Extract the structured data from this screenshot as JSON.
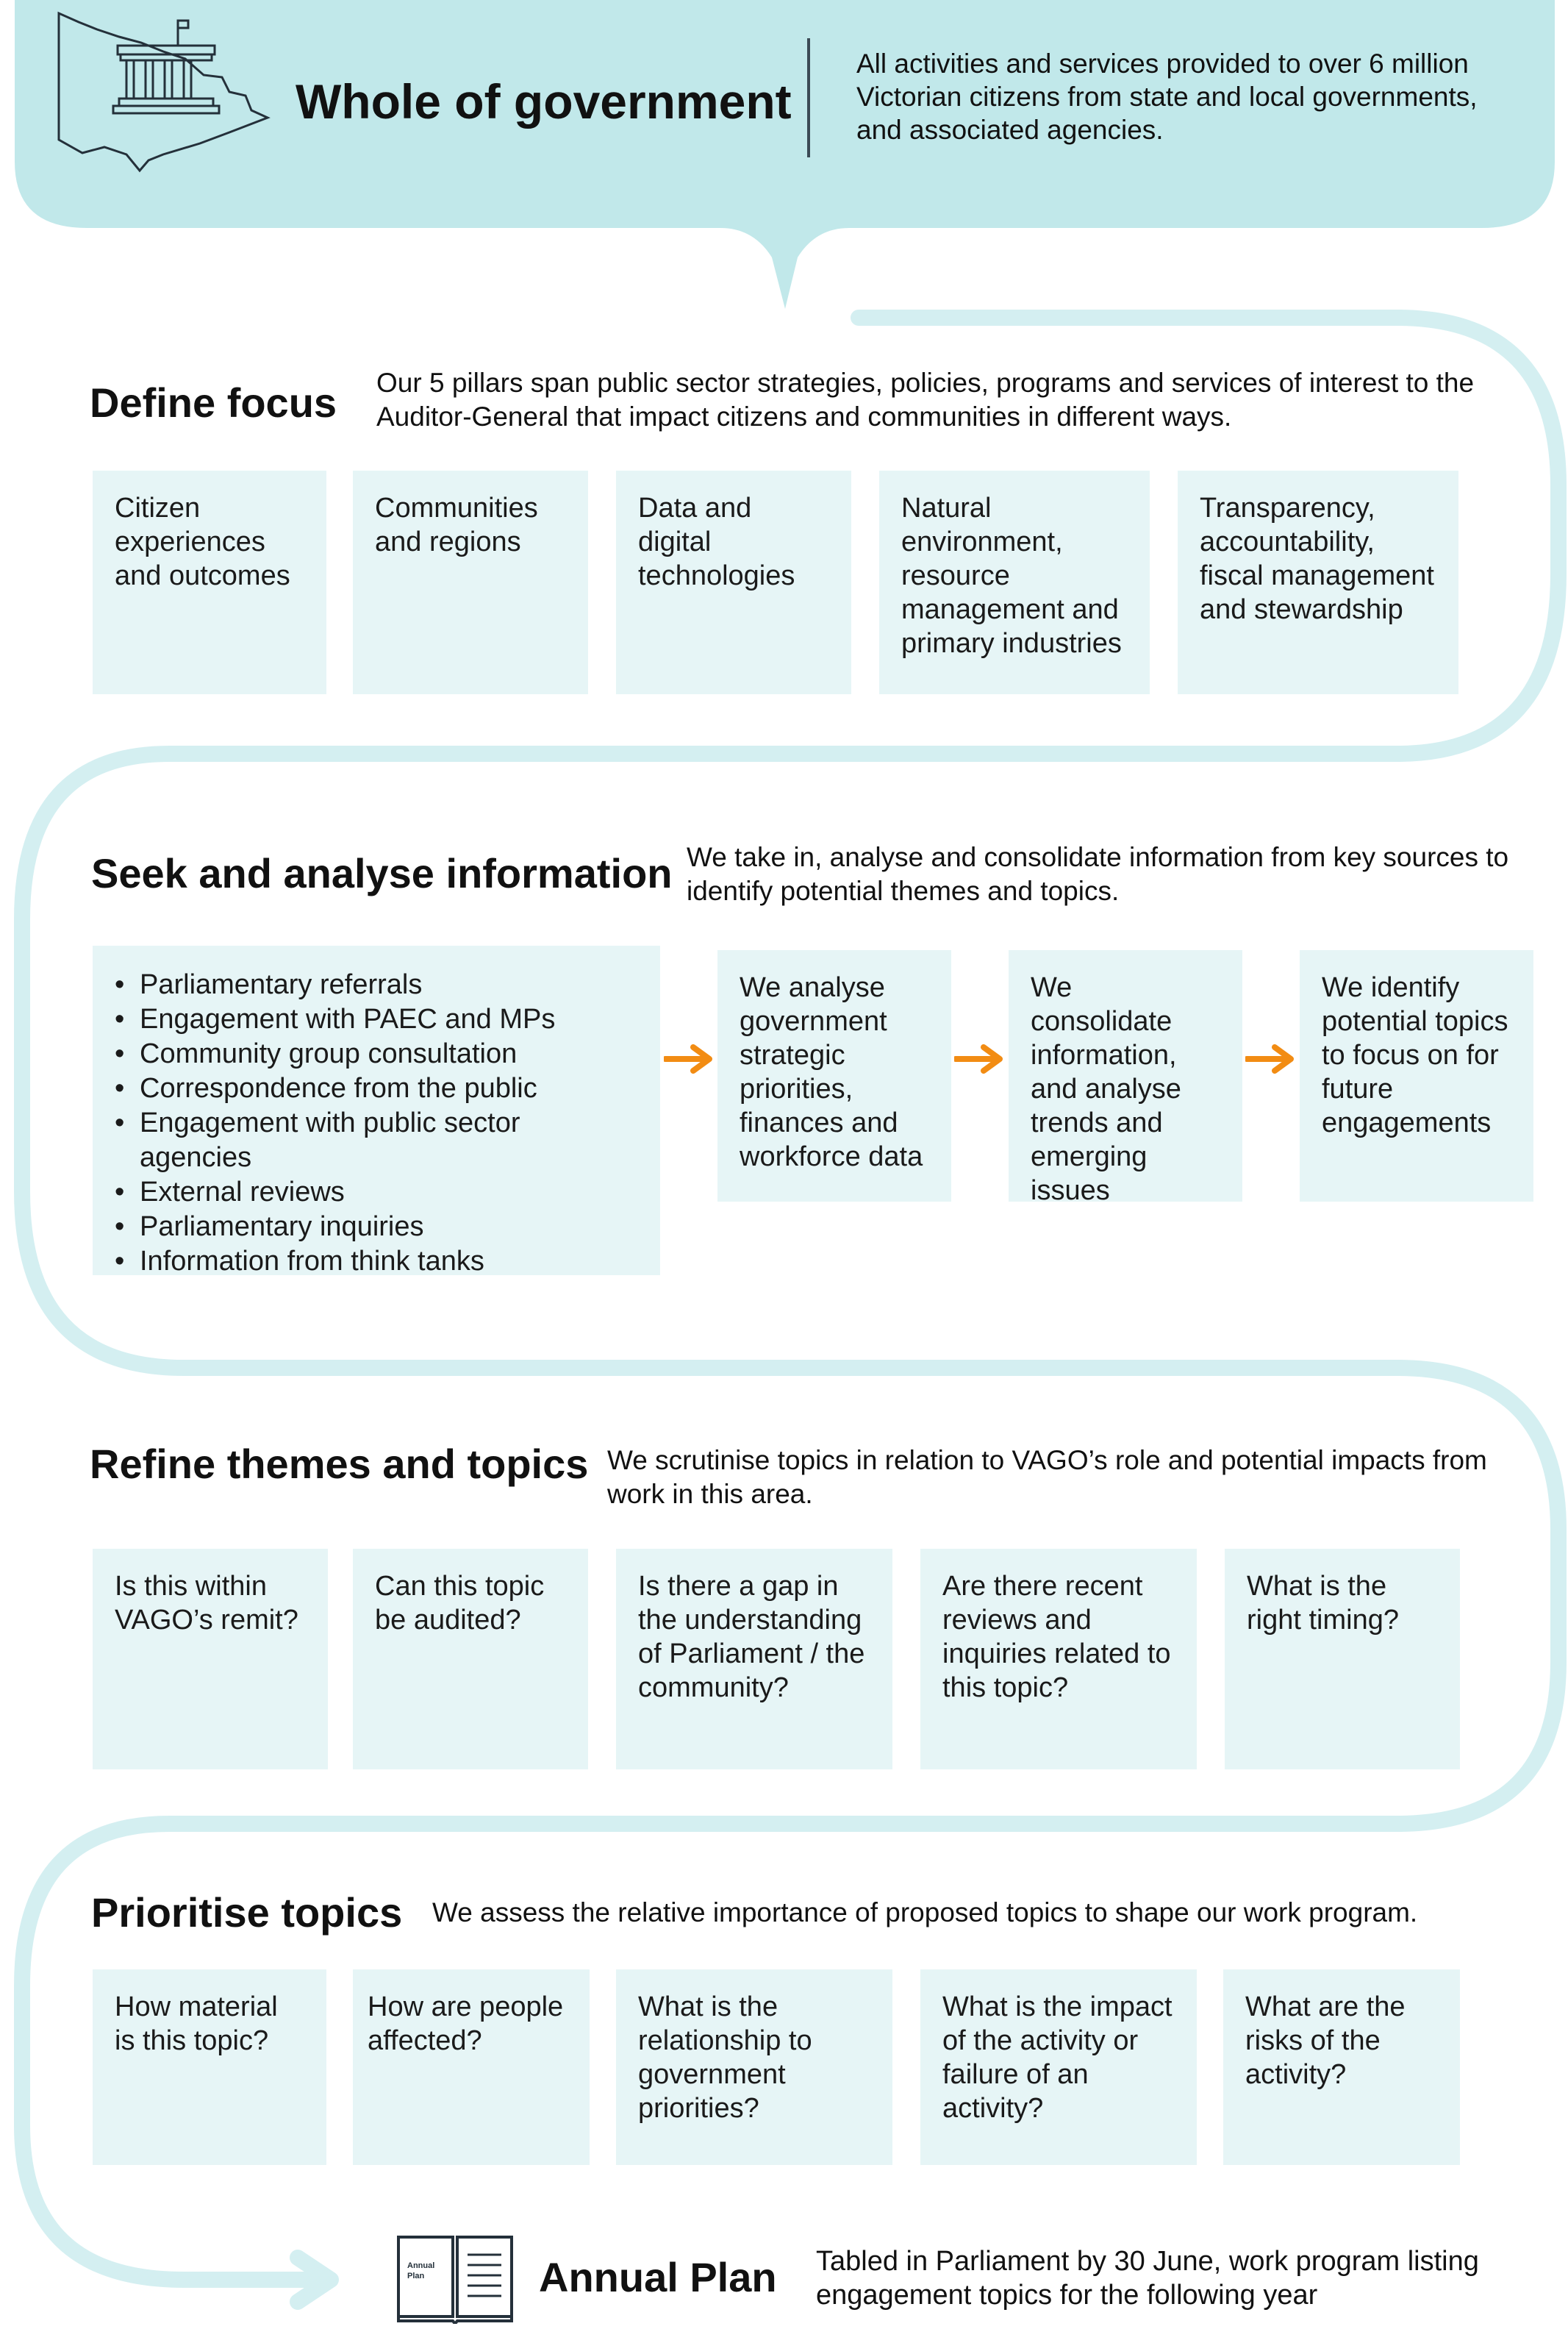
{
  "header": {
    "title": "Whole of government",
    "description": "All activities and services provided to over 6 million Victorian citizens from state and local governments, and associated agencies.",
    "icon": "victoria-parliament-icon"
  },
  "sections": {
    "define_focus": {
      "title": "Define focus",
      "description": "Our 5 pillars span public sector strategies, policies, programs and services of interest to the Auditor-General that impact citizens and communities in different ways.",
      "pillars": [
        "Citizen experiences and outcomes",
        "Communities and regions",
        "Data and digital technologies",
        "Natural environment, resource management and primary industries",
        "Transparency, accountability, fiscal management and stewardship"
      ]
    },
    "seek": {
      "title": "Seek and analyse information",
      "description": "We take in, analyse and consolidate information from key sources to identify potential themes and topics.",
      "sources": [
        "Parliamentary referrals",
        "Engagement with PAEC and MPs",
        "Community group consultation",
        "Correspondence from the public",
        "Engagement with public sector agencies",
        "External reviews",
        "Parliamentary inquiries",
        "Information from think tanks"
      ],
      "steps": [
        "We analyse government strategic priorities, finances and workforce data",
        "We consolidate information, and analyse trends and emerging issues",
        "We identify potential topics to focus on for future engagements"
      ]
    },
    "refine": {
      "title": "Refine themes and topics",
      "description": "We scrutinise topics in relation to VAGO’s role and potential impacts from work in this area.",
      "questions": [
        "Is this within VAGO’s remit?",
        "Can this topic be audited?",
        "Is there a gap in the understanding of Parliament / the community?",
        "Are there recent reviews and inquiries related to this topic?",
        "What is the right timing?"
      ]
    },
    "prioritise": {
      "title": "Prioritise topics",
      "description": "We assess the relative importance of proposed topics to shape our work program.",
      "questions": [
        "How material is this topic?",
        "How are people affected?",
        "What is the relationship to government priorities?",
        "What is the impact of the activity or failure of an activity?",
        "What are the risks of the activity?"
      ]
    }
  },
  "annual_plan": {
    "title": "Annual Plan",
    "description": "Tabled in Parliament by 30 June, work program listing engagement topics for the following year",
    "book_label_line1": "Annual",
    "book_label_line2": "Plan",
    "icon": "book-icon"
  },
  "colors": {
    "header_fill": "#c1e8ea",
    "box_fill": "#e6f5f6",
    "path_stroke": "#d4eff1",
    "arrow": "#f28c13",
    "text": "#111111"
  }
}
